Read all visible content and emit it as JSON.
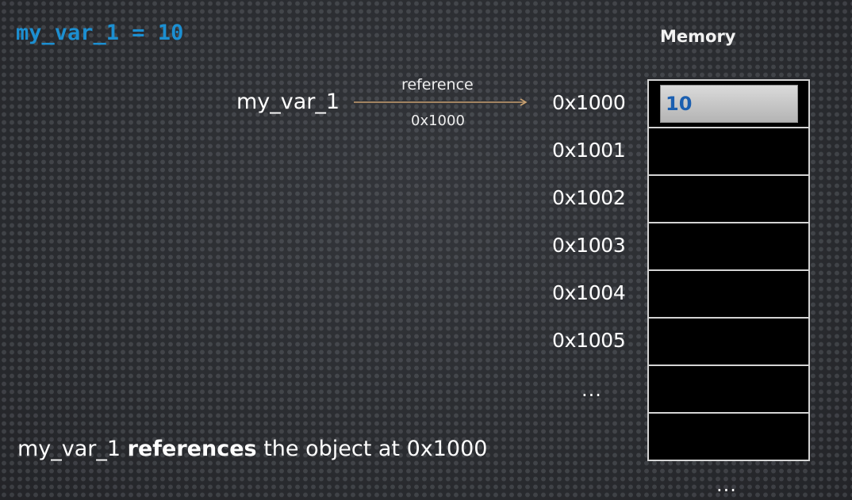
{
  "code": "my_var_1 = 10",
  "memory_title": "Memory",
  "variable": {
    "name": "my_var_1"
  },
  "reference_arrow": {
    "label": "reference",
    "address": "0x1000",
    "color": "#c8a070"
  },
  "memory": {
    "addresses": [
      "0x1000",
      "0x1001",
      "0x1002",
      "0x1003",
      "0x1004",
      "0x1005"
    ],
    "address_ellipsis": "...",
    "cells": [
      {
        "value": "10"
      },
      {
        "value": ""
      },
      {
        "value": ""
      },
      {
        "value": ""
      },
      {
        "value": ""
      },
      {
        "value": ""
      },
      {
        "value": ""
      },
      {
        "value": ""
      }
    ],
    "cell_ellipsis": "...",
    "value_highlight_color": "#c8c8c8",
    "value_text_color": "#1b5fb0"
  },
  "caption": {
    "prefix": "my_var_1 ",
    "bold": "references",
    "suffix": " the object at 0x1000"
  },
  "colors": {
    "code": "#1c8fd1",
    "background": "#2b2d31"
  }
}
